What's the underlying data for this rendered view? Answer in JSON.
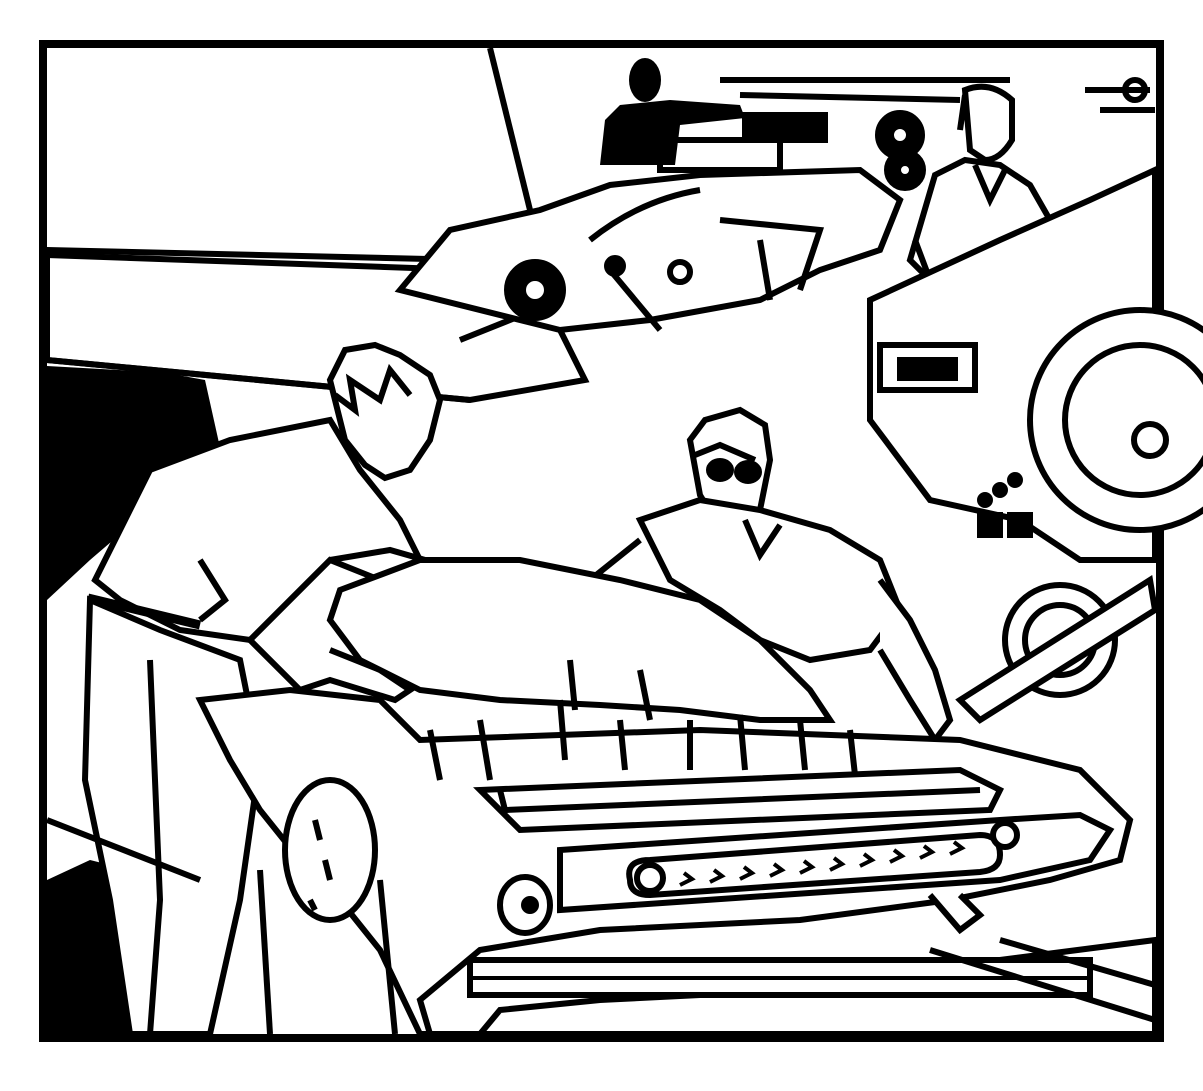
{
  "illustration": {
    "subject": "",
    "style": "black-and-white line art"
  },
  "colors": {
    "ink": "#000000",
    "paper": "#ffffff"
  },
  "figures": [
    {
      "name": "worker-left-leaning"
    },
    {
      "name": "worker-center-glasses"
    },
    {
      "name": "worker-background-right"
    },
    {
      "name": "worker-background-silhouette"
    }
  ],
  "machinery": [
    {
      "name": "front-press-unit"
    },
    {
      "name": "background-press-unit"
    },
    {
      "name": "right-cylinder-unit"
    },
    {
      "name": "left-press-roller"
    }
  ]
}
